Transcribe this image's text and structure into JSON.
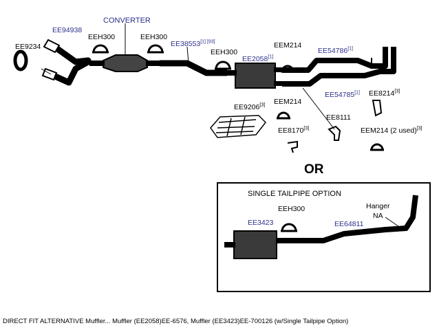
{
  "labels": {
    "ee94938": "EE94938",
    "converter": "CONVERTER",
    "eeh300_a": "EEH300",
    "eeh300_b": "EEH300",
    "ee9234": "EE9234",
    "ee38553": "EE38553",
    "ee38553_sup": "[1] [93]",
    "eeh300_c": "EEH300",
    "eem214_a": "EEM214",
    "ee2058": "EE2058",
    "ee2058_sup": "[1]",
    "ee54786": "EE54786",
    "ee54786_sup": "[1]",
    "ee54785": "EE54785",
    "ee54785_sup": "[1]",
    "ee8214": "EE8214",
    "ee8214_sup": "[3]",
    "ee9206": "EE9206",
    "ee9206_sup": "[3]",
    "eem214_b": "EEM214",
    "ee8111": "EE8111",
    "ee8170": "EE8170",
    "ee8170_sup": "[3]",
    "eem214_c": "EEM214 (2 used)",
    "eem214_c_sup": "[3]"
  },
  "or_text": "OR",
  "single_option": {
    "title": "SINGLE TAILPIPE OPTION",
    "eeh300": "EEH300",
    "ee3423": "EE3423",
    "hanger": "Hanger",
    "na": "NA",
    "ee64811": "EE64811"
  },
  "caption": "DIRECT FIT ALTERNATIVE Muffler... Muffler (EE2058)EE-6576, Muffler (EE3423)EE-700126 (w/Single Tailpipe Option)",
  "colors": {
    "pipe": "#000000",
    "label_blue": "#2b2f8a"
  }
}
